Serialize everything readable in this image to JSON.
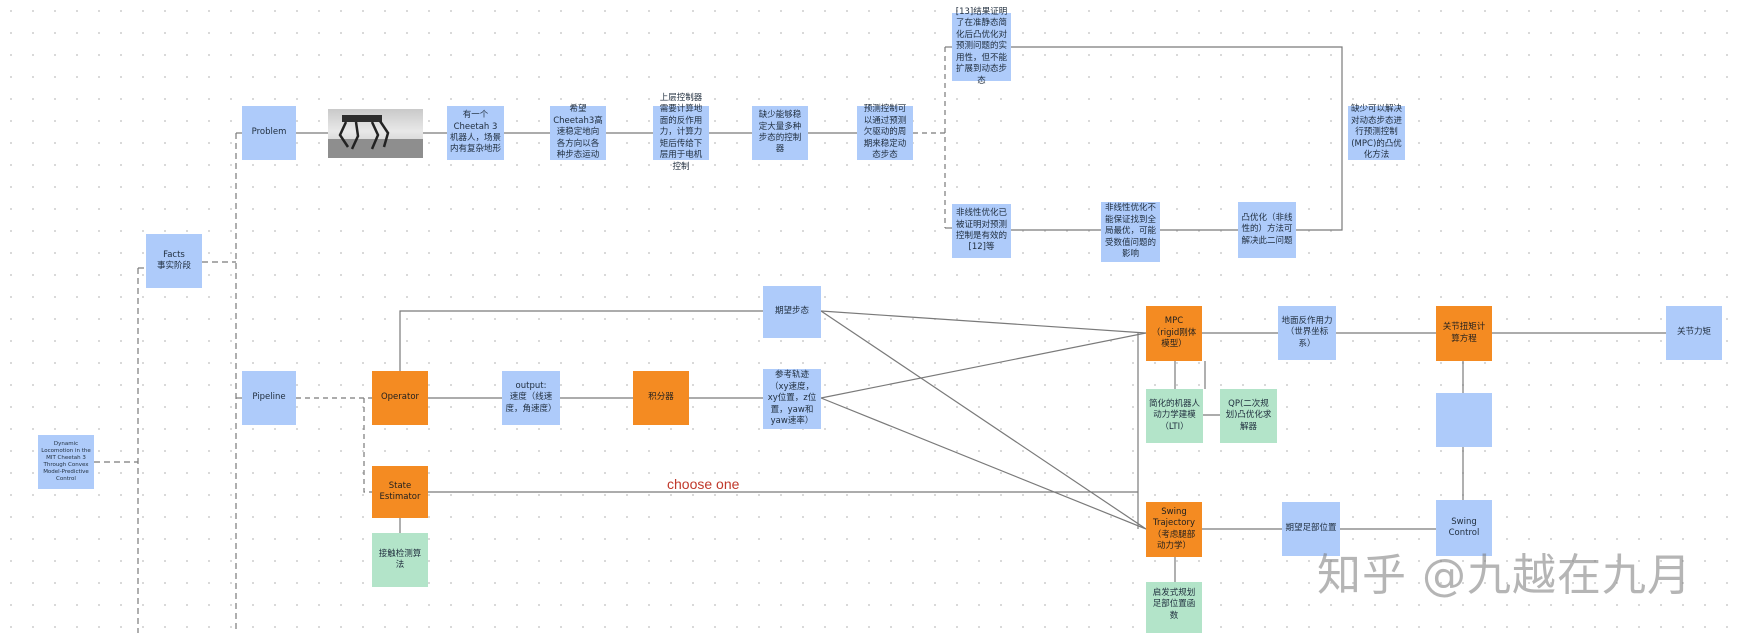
{
  "root": "Dynamic Locomotion in the MIT Cheetah 3 Through Convex Model-Predictive Control",
  "facts": "Facts\n事实阶段",
  "problem": {
    "label": "Problem",
    "steps": [
      "有一个Cheetah 3机器人，场景内有复杂地形",
      "希望Cheetah3高速稳定地向各方向以各种步态运动",
      "上层控制器需要计算地面的反作用力，计算力矩后传给下层用于电机控制",
      "缺少能够稳定大量多种步态的控制器",
      "预测控制可以通过预测欠驱动的周期来稳定动态步态"
    ],
    "top_note": "[13]结果证明了在准静态简化后凸优化对预测问题的实用性，但不能扩展到动态步态",
    "bottom": [
      "非线性优化已被证明对预测控制是有效的[12]等",
      "非线性优化不能保证找到全局最优，可能受数值问题的影响",
      "凸优化（非线性的）方法可解决此二问题"
    ],
    "conclusion": "缺少可以解决对动态步态进行预测控制(MPC)的凸优化方法"
  },
  "pipeline": {
    "label": "Pipeline",
    "operator": "Operator",
    "state_estimator": "State Estimator",
    "contact_detection": "接触检测算法",
    "output": "output:\n速度（线速度，角速度）",
    "integrator": "积分器",
    "desired_gait": "期望步态",
    "ref_trajectory": "参考轨迹（xy速度，xy位置，z位置，yaw和yaw速率）",
    "mpc": "MPC\n（rigid刚体模型）",
    "simplified_model": "简化的机器人动力学建模（LTI）",
    "qp": "QP(二次规划)凸优化求解器",
    "grf": "地面反作用力（世界坐标系）",
    "joint_calc": "关节扭矩计算方程",
    "joint_torque": "关节力矩",
    "swing_traj": "Swing Trajectory\n（考虑腿部动力学）",
    "foot_pos": "期望足部位置",
    "swing_control": "Swing Control",
    "heuristic": "启发式规划足部位置函数",
    "choose_one": "choose one"
  },
  "watermark": "知乎 @九越在九月"
}
